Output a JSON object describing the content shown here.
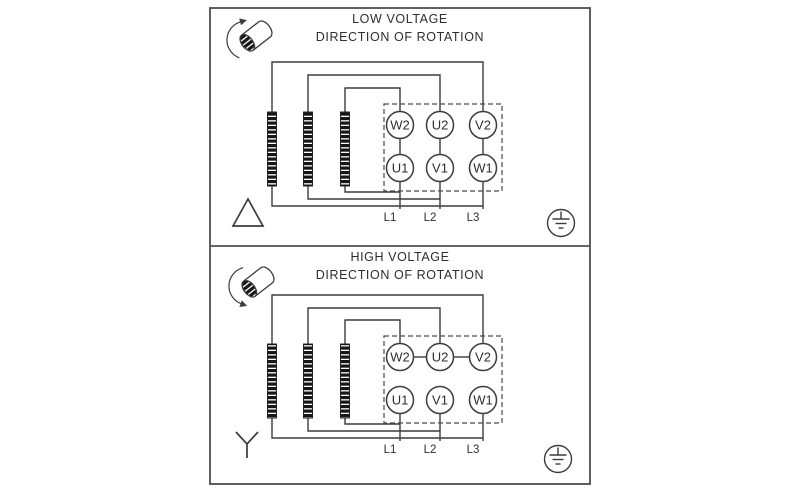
{
  "diagram": {
    "panels": [
      {
        "title": "LOW VOLTAGE",
        "subtitle": "DIRECTION OF ROTATION",
        "terminals_top": [
          "W2",
          "U2",
          "V2"
        ],
        "terminals_bottom": [
          "U1",
          "V1",
          "W1"
        ],
        "supply_lines": [
          "L1",
          "L2",
          "L3"
        ],
        "connection_symbol": "delta"
      },
      {
        "title": "HIGH VOLTAGE",
        "subtitle": "DIRECTION OF ROTATION",
        "terminals_top": [
          "W2",
          "U2",
          "V2"
        ],
        "terminals_bottom": [
          "U1",
          "V1",
          "W1"
        ],
        "supply_lines": [
          "L1",
          "L2",
          "L3"
        ],
        "connection_symbol": "wye"
      }
    ],
    "colors": {
      "line": "#3c3c3c",
      "background": "#ffffff"
    }
  }
}
